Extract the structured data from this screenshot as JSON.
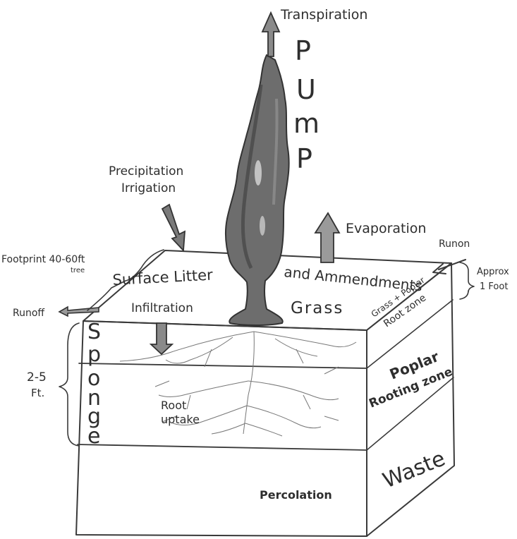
{
  "labels": {
    "transpiration": "Transpiration",
    "pump_letters": [
      "P",
      "U",
      "m",
      "P"
    ],
    "precipitation": "Precipitation",
    "irrigation": "Irrigation",
    "evaporation": "Evaporation",
    "runon": "Runon",
    "approx": "Approx",
    "one_foot": "1 Foot",
    "footprint": "Footprint 40-60ft",
    "tree": "tree",
    "surface_litter": "Surface Litter",
    "and_ammendments": "and Ammendments",
    "runoff": "Runoff",
    "infiltration": "Infiltration",
    "grass": "Grass",
    "grass_poplar": "Grass + Poplar",
    "root_zone": "Root zone",
    "sponge_letters": [
      "S",
      "p",
      "o",
      "n",
      "g",
      "e"
    ],
    "depth": "2-5",
    "ft": "Ft.",
    "poplar": "Poplar",
    "rooting_zone": "Rooting zone",
    "root": "Root",
    "uptake": "uptake",
    "waste": "Waste",
    "percolation": "Percolation"
  },
  "colors": {
    "pencil": "#3a3a3a",
    "tree_fill": "#6b6b6b",
    "tree_shade": "#4a4a4a",
    "paper": "#ffffff"
  },
  "icons": {
    "tree": "poplar-tree-icon",
    "arrows": [
      "up-arrow-icon",
      "down-arrow-icon",
      "left-arrow-icon"
    ]
  }
}
